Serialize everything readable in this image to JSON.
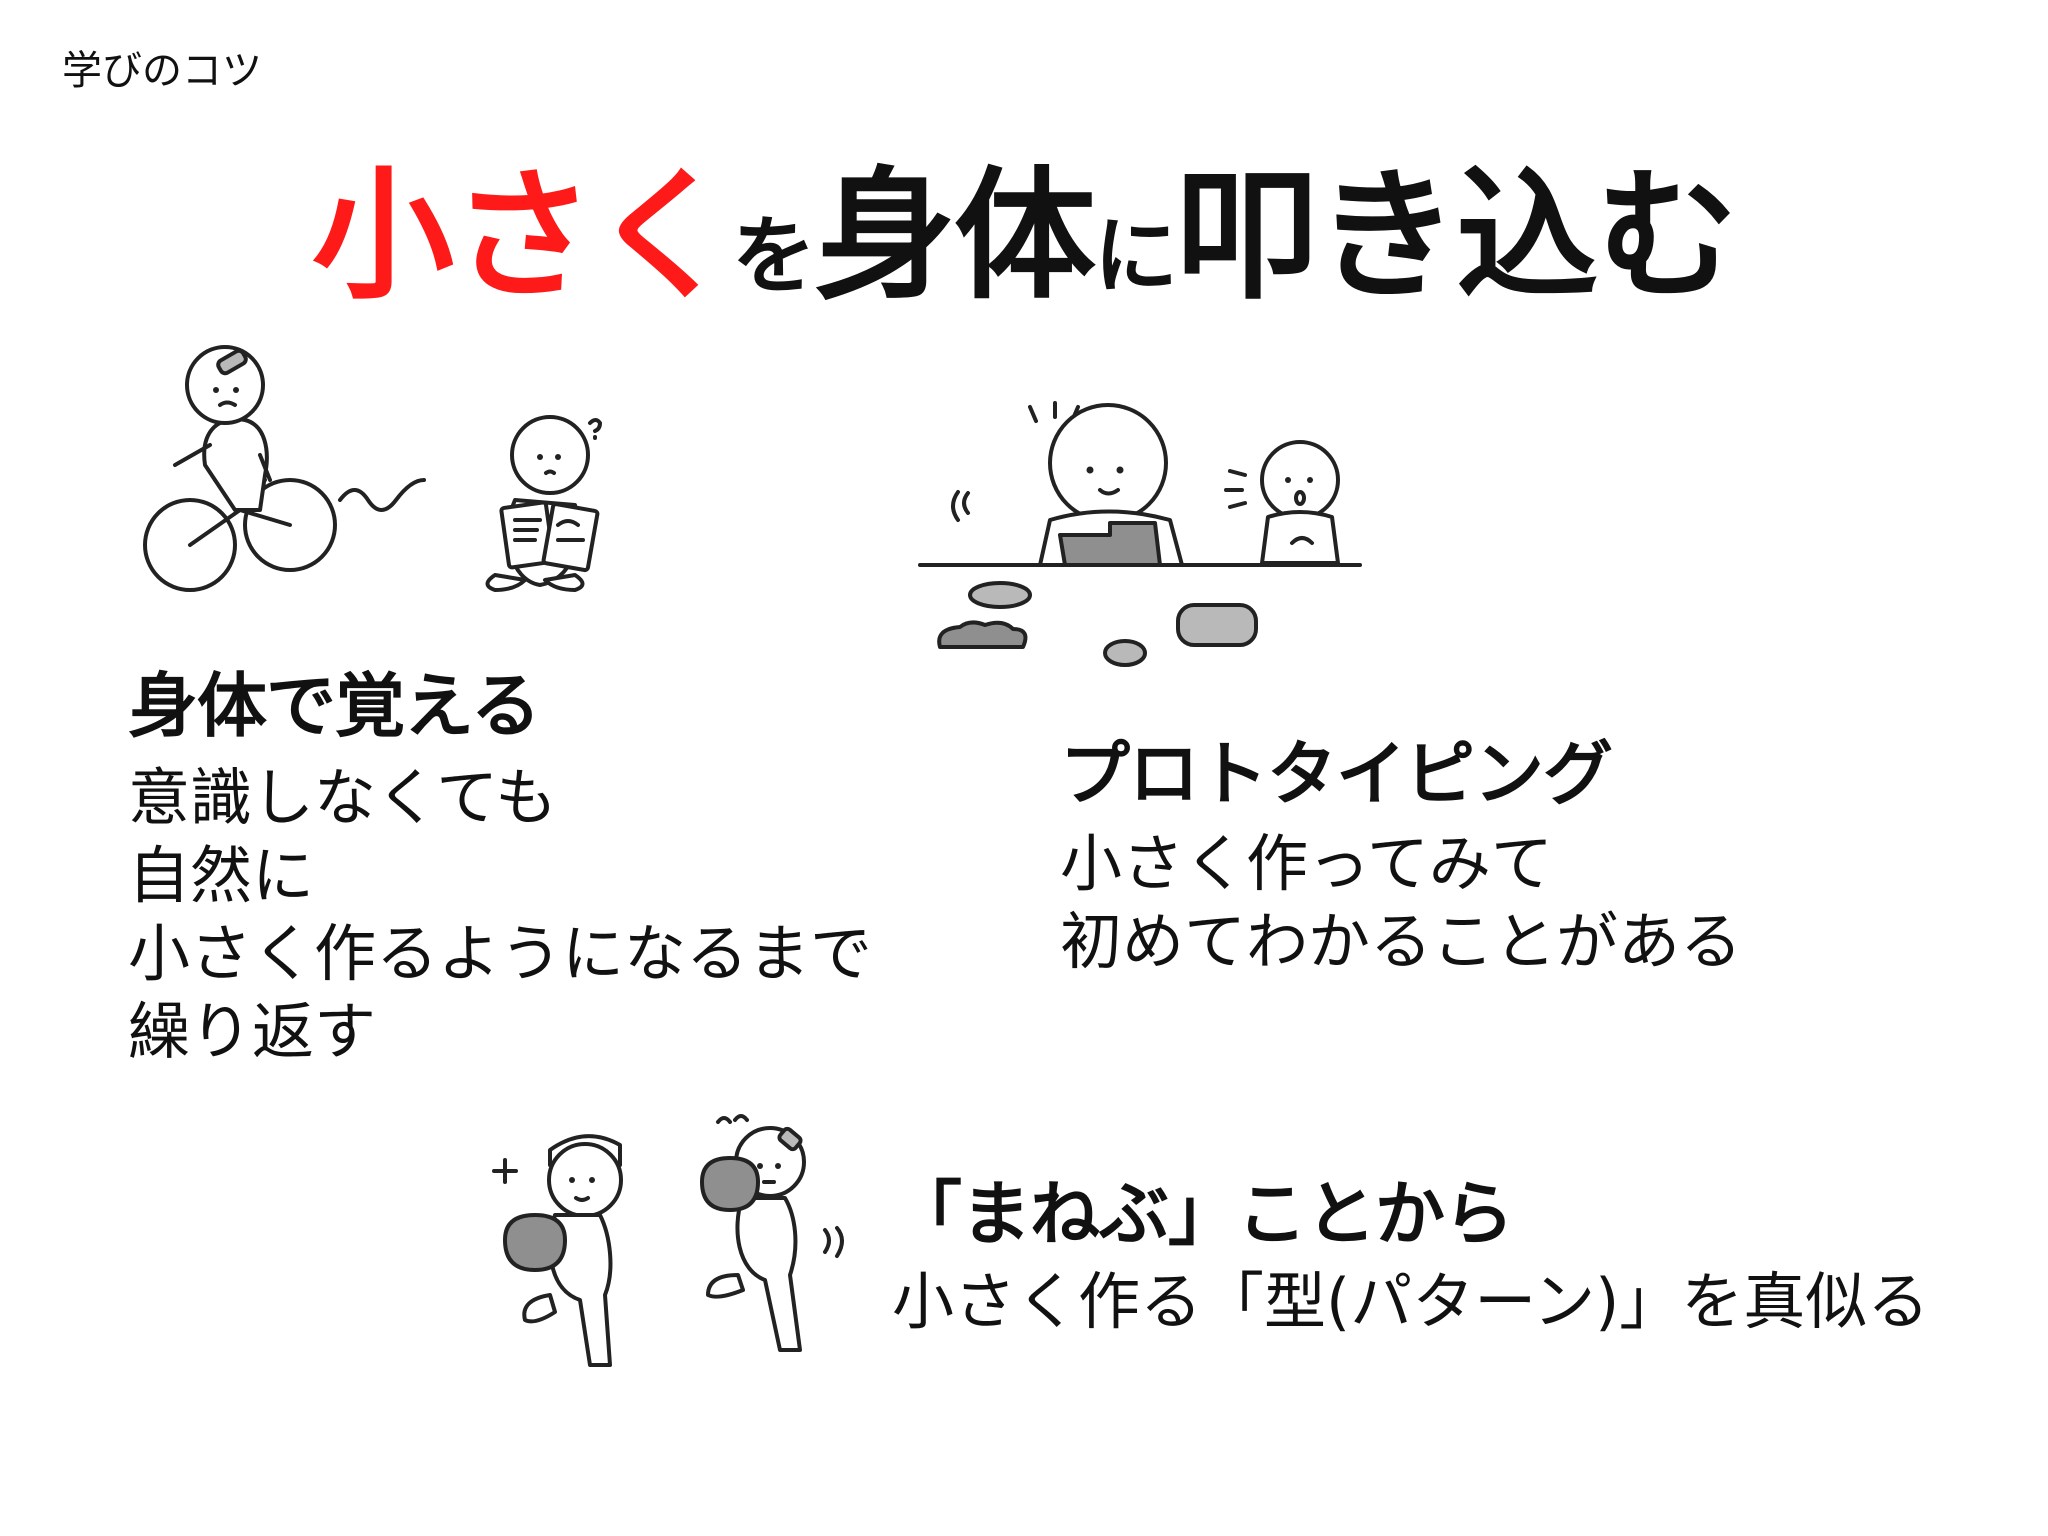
{
  "slide": {
    "caption": "学びのコツ",
    "title": {
      "highlight": "小さく",
      "particle1": "を",
      "word1": "身体",
      "particle2": "に",
      "word2": "叩き込む"
    }
  },
  "sections": [
    {
      "heading": "身体で覚える",
      "lines": [
        "意識しなくても",
        "自然に",
        "小さく作るようになるまで",
        "繰り返す"
      ]
    },
    {
      "heading": "プロトタイピング",
      "lines": [
        "小さく作ってみて",
        "初めてわかることがある"
      ]
    },
    {
      "heading": "「まねぶ」ことから",
      "lines": [
        "小さく作る「型(パターン)」を真似る"
      ]
    }
  ],
  "illustrations": {
    "cycling": "person-riding-bicycle-icon",
    "reading": "person-reading-book-icon",
    "prototype": "people-building-prototype-icon",
    "pitching": "people-playing-catch-icon"
  },
  "colors": {
    "accent": "#ff1a1a",
    "text": "#111111",
    "background": "#ffffff"
  }
}
